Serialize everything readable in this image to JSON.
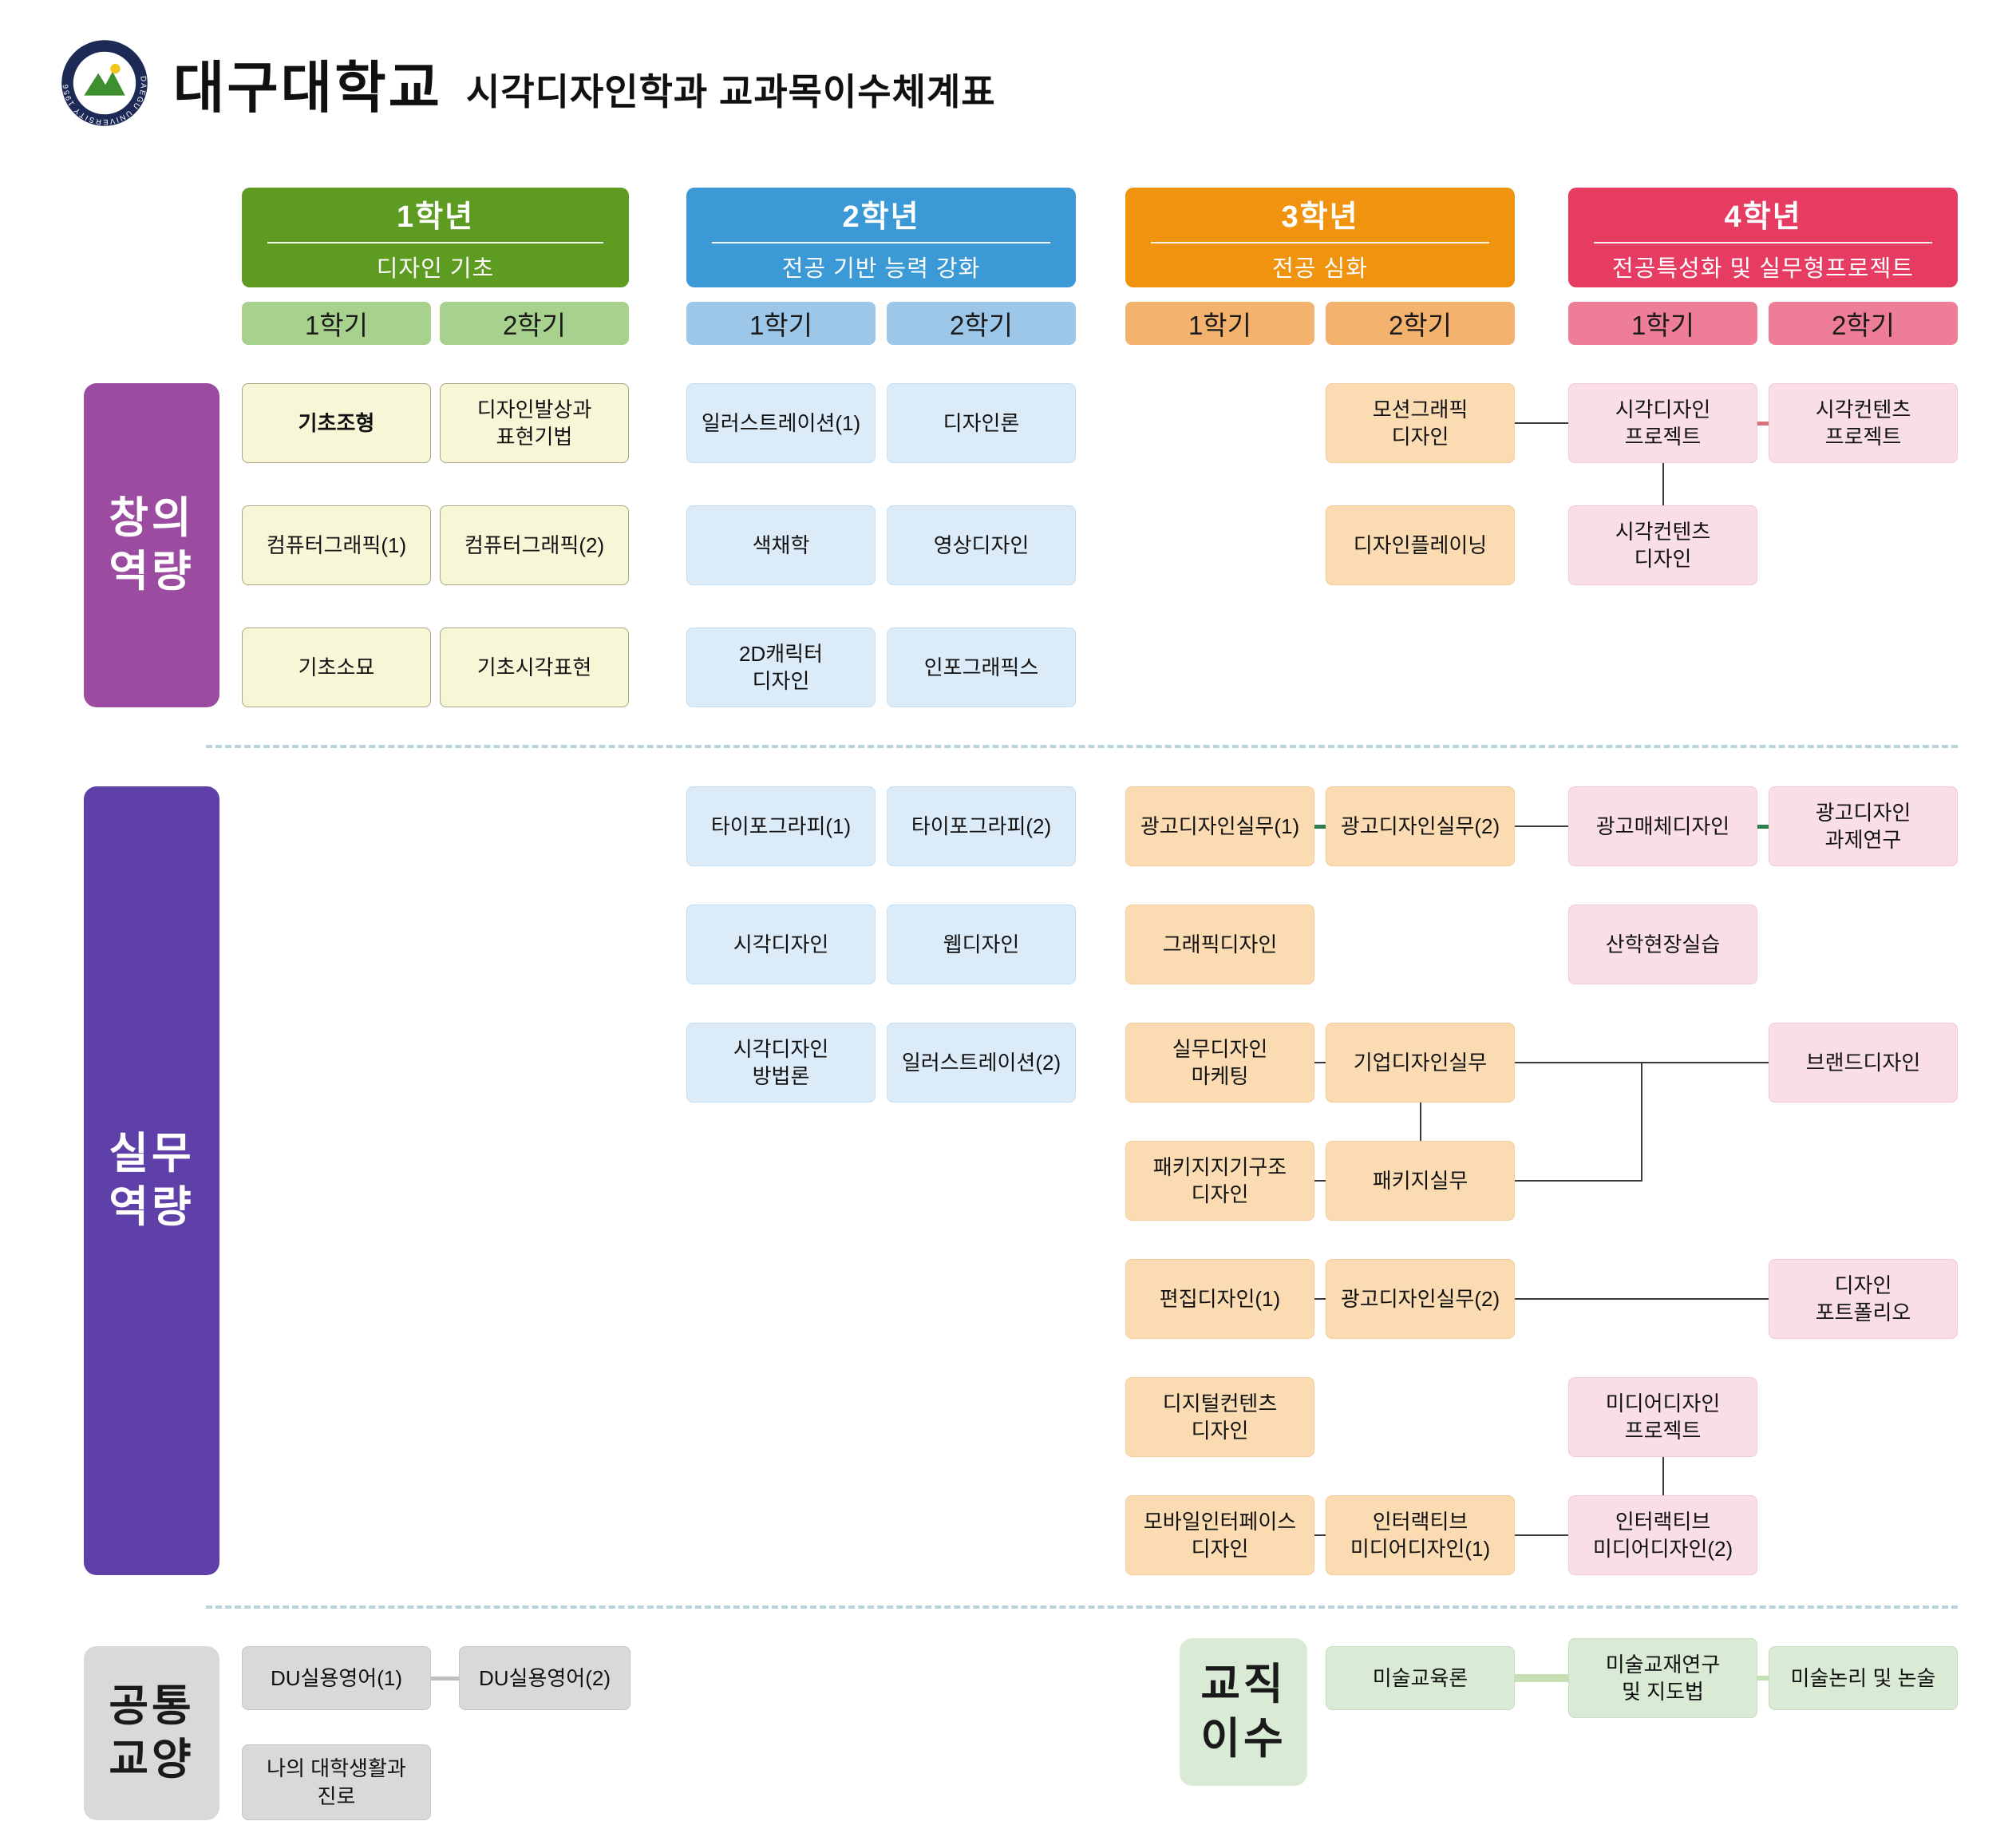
{
  "header": {
    "university": "대구대학교",
    "title": "시각디자인학과 교과목이수체계표",
    "logo_ring_text": "DAEGU UNIVERSITY 1956"
  },
  "palette": {
    "common_box": "#d9d9d9",
    "common_border": "#c6c6c6",
    "teaching_box": "#daebd5",
    "teaching_border": "#c9ddc4",
    "connector": "#3a3a3a",
    "divider": "#b9d3da"
  },
  "years": [
    {
      "label": "1학년",
      "subtitle": "디자인 기초",
      "sem1": "1학기",
      "sem2": "2학기",
      "head_color": "#5d9c21",
      "sem_color": "#a9d18e",
      "box_color": "#f7f7d8",
      "box_border": "#a8a882"
    },
    {
      "label": "2학년",
      "subtitle": "전공 기반 능력 강화",
      "sem1": "1학기",
      "sem2": "2학기",
      "head_color": "#3b99d6",
      "sem_color": "#9cc7e9",
      "box_color": "#dcebf8",
      "box_border": "#c4ddf1"
    },
    {
      "label": "3학년",
      "subtitle": "전공 심화",
      "sem1": "1학기",
      "sem2": "2학기",
      "head_color": "#f0930f",
      "sem_color": "#f3b36e",
      "box_color": "#fbdcb2",
      "box_border": "#f3cd9a"
    },
    {
      "label": "4학년",
      "subtitle": "전공특성화 및 실무형프로젝트",
      "sem1": "1학기",
      "sem2": "2학기",
      "head_color": "#e73c62",
      "sem_color": "#ee7e98",
      "box_color": "#fadee5",
      "box_border": "#f3c9d3"
    }
  ],
  "sections": [
    {
      "id": "creative",
      "lines": [
        "창의",
        "역량"
      ],
      "bg": "#9b4ba0",
      "fg": "#ffffff"
    },
    {
      "id": "practical",
      "lines": [
        "실무",
        "역량"
      ],
      "bg": "#5f3fa8",
      "fg": "#ffffff"
    },
    {
      "id": "common",
      "lines": [
        "공통",
        "교양"
      ],
      "bg": "#d9d9d9",
      "fg": "#1a1a1a"
    },
    {
      "id": "teaching",
      "lines": [
        "교직",
        "이수"
      ],
      "bg": "#daebd5",
      "fg": "#1a1a1a"
    }
  ],
  "courses": [
    {
      "id": "foundation-form",
      "lines": [
        "기초조형"
      ],
      "year": 1,
      "sem": 1,
      "row": 0,
      "section": "creative",
      "bold": true
    },
    {
      "id": "computer-graphic-1",
      "lines": [
        "컴퓨터그래픽(1)"
      ],
      "year": 1,
      "sem": 1,
      "row": 1,
      "section": "creative"
    },
    {
      "id": "basic-drawing",
      "lines": [
        "기초소묘"
      ],
      "year": 1,
      "sem": 1,
      "row": 2,
      "section": "creative"
    },
    {
      "id": "design-ideation",
      "lines": [
        "디자인발상과",
        "표현기법"
      ],
      "year": 1,
      "sem": 2,
      "row": 0,
      "section": "creative"
    },
    {
      "id": "computer-graphic-2",
      "lines": [
        "컴퓨터그래픽(2)"
      ],
      "year": 1,
      "sem": 2,
      "row": 1,
      "section": "creative"
    },
    {
      "id": "basic-visual-expression",
      "lines": [
        "기초시각표현"
      ],
      "year": 1,
      "sem": 2,
      "row": 2,
      "section": "creative"
    },
    {
      "id": "illustration-1",
      "lines": [
        "일러스트레이션(1)"
      ],
      "year": 2,
      "sem": 1,
      "row": 0,
      "section": "creative"
    },
    {
      "id": "color-theory",
      "lines": [
        "색채학"
      ],
      "year": 2,
      "sem": 1,
      "row": 1,
      "section": "creative"
    },
    {
      "id": "character-2d",
      "lines": [
        "2D캐릭터",
        "디자인"
      ],
      "year": 2,
      "sem": 1,
      "row": 2,
      "section": "creative"
    },
    {
      "id": "design-theory",
      "lines": [
        "디자인론"
      ],
      "year": 2,
      "sem": 2,
      "row": 0,
      "section": "creative"
    },
    {
      "id": "video-design",
      "lines": [
        "영상디자인"
      ],
      "year": 2,
      "sem": 2,
      "row": 1,
      "section": "creative"
    },
    {
      "id": "infographics",
      "lines": [
        "인포그래픽스"
      ],
      "year": 2,
      "sem": 2,
      "row": 2,
      "section": "creative"
    },
    {
      "id": "motion-graphic",
      "lines": [
        "모션그래픽",
        "디자인"
      ],
      "year": 3,
      "sem": 2,
      "row": 0,
      "section": "creative"
    },
    {
      "id": "design-planning",
      "lines": [
        "디자인플레이닝"
      ],
      "year": 3,
      "sem": 2,
      "row": 1,
      "section": "creative"
    },
    {
      "id": "visual-design-project",
      "lines": [
        "시각디자인",
        "프로젝트"
      ],
      "year": 4,
      "sem": 1,
      "row": 0,
      "section": "creative"
    },
    {
      "id": "visual-contents-design",
      "lines": [
        "시각컨텐츠",
        "디자인"
      ],
      "year": 4,
      "sem": 1,
      "row": 1,
      "section": "creative"
    },
    {
      "id": "visual-contents-project",
      "lines": [
        "시각컨텐츠",
        "프로젝트"
      ],
      "year": 4,
      "sem": 2,
      "row": 0,
      "section": "creative"
    },
    {
      "id": "typography-1",
      "lines": [
        "타이포그라피(1)"
      ],
      "year": 2,
      "sem": 1,
      "row": 0,
      "section": "practical"
    },
    {
      "id": "visual-design",
      "lines": [
        "시각디자인"
      ],
      "year": 2,
      "sem": 1,
      "row": 1,
      "section": "practical"
    },
    {
      "id": "visual-design-method",
      "lines": [
        "시각디자인",
        "방법론"
      ],
      "year": 2,
      "sem": 1,
      "row": 2,
      "section": "practical"
    },
    {
      "id": "typography-2",
      "lines": [
        "타이포그라피(2)"
      ],
      "year": 2,
      "sem": 2,
      "row": 0,
      "section": "practical"
    },
    {
      "id": "web-design",
      "lines": [
        "웹디자인"
      ],
      "year": 2,
      "sem": 2,
      "row": 1,
      "section": "practical"
    },
    {
      "id": "illustration-2",
      "lines": [
        "일러스트레이션(2)"
      ],
      "year": 2,
      "sem": 2,
      "row": 2,
      "section": "practical"
    },
    {
      "id": "ad-design-practice-1",
      "lines": [
        "광고디자인실무(1)"
      ],
      "year": 3,
      "sem": 1,
      "row": 0,
      "section": "practical"
    },
    {
      "id": "graphic-design",
      "lines": [
        "그래픽디자인"
      ],
      "year": 3,
      "sem": 1,
      "row": 1,
      "section": "practical"
    },
    {
      "id": "practical-design-marketing",
      "lines": [
        "실무디자인",
        "마케팅"
      ],
      "year": 3,
      "sem": 1,
      "row": 2,
      "section": "practical"
    },
    {
      "id": "package-structure-design",
      "lines": [
        "패키지지기구조",
        "디자인"
      ],
      "year": 3,
      "sem": 1,
      "row": 3,
      "section": "practical"
    },
    {
      "id": "editorial-design-1",
      "lines": [
        "편집디자인(1)"
      ],
      "year": 3,
      "sem": 1,
      "row": 4,
      "section": "practical"
    },
    {
      "id": "digital-contents-design",
      "lines": [
        "디지털컨텐츠",
        "디자인"
      ],
      "year": 3,
      "sem": 1,
      "row": 5,
      "section": "practical"
    },
    {
      "id": "mobile-interface-design",
      "lines": [
        "모바일인터페이스",
        "디자인"
      ],
      "year": 3,
      "sem": 1,
      "row": 6,
      "section": "practical"
    },
    {
      "id": "ad-design-practice-2",
      "lines": [
        "광고디자인실무(2)"
      ],
      "year": 3,
      "sem": 2,
      "row": 0,
      "section": "practical"
    },
    {
      "id": "corporate-design-practice",
      "lines": [
        "기업디자인실무"
      ],
      "year": 3,
      "sem": 2,
      "row": 2,
      "section": "practical"
    },
    {
      "id": "package-practice",
      "lines": [
        "패키지실무"
      ],
      "year": 3,
      "sem": 2,
      "row": 3,
      "section": "practical"
    },
    {
      "id": "ad-design-practice-2b",
      "lines": [
        "광고디자인실무(2)"
      ],
      "year": 3,
      "sem": 2,
      "row": 4,
      "section": "practical"
    },
    {
      "id": "interactive-media-1",
      "lines": [
        "인터랙티브",
        "미디어디자인(1)"
      ],
      "year": 3,
      "sem": 2,
      "row": 6,
      "section": "practical"
    },
    {
      "id": "ad-media-design",
      "lines": [
        "광고매체디자인"
      ],
      "year": 4,
      "sem": 1,
      "row": 0,
      "section": "practical"
    },
    {
      "id": "industry-field-practice",
      "lines": [
        "산학현장실습"
      ],
      "year": 4,
      "sem": 1,
      "row": 1,
      "section": "practical"
    },
    {
      "id": "media-design-project",
      "lines": [
        "미디어디자인",
        "프로젝트"
      ],
      "year": 4,
      "sem": 1,
      "row": 5,
      "section": "practical"
    },
    {
      "id": "interactive-media-2",
      "lines": [
        "인터랙티브",
        "미디어디자인(2)"
      ],
      "year": 4,
      "sem": 1,
      "row": 6,
      "section": "practical"
    },
    {
      "id": "ad-design-research",
      "lines": [
        "광고디자인",
        "과제연구"
      ],
      "year": 4,
      "sem": 2,
      "row": 0,
      "section": "practical"
    },
    {
      "id": "brand-design",
      "lines": [
        "브랜드디자인"
      ],
      "year": 4,
      "sem": 2,
      "row": 2,
      "section": "practical"
    },
    {
      "id": "design-portfolio",
      "lines": [
        "디자인",
        "포트폴리오"
      ],
      "year": 4,
      "sem": 2,
      "row": 4,
      "section": "practical"
    },
    {
      "id": "du-english-1",
      "lines": [
        "DU실용영어(1)"
      ],
      "year": 1,
      "sem": 1,
      "row": 0,
      "section": "common"
    },
    {
      "id": "du-english-2",
      "lines": [
        "DU실용영어(2)"
      ],
      "year": 1,
      "sem": 2,
      "row": 0,
      "section": "common"
    },
    {
      "id": "my-college-life",
      "lines": [
        "나의 대학생활과",
        "진로"
      ],
      "year": 1,
      "sem": 1,
      "row": 1,
      "section": "common"
    },
    {
      "id": "art-education-theory",
      "lines": [
        "미술교육론"
      ],
      "year": 3,
      "sem": 2,
      "row": 0,
      "section": "teaching"
    },
    {
      "id": "art-textbook-research",
      "lines": [
        "미술교재연구",
        "및 지도법"
      ],
      "year": 4,
      "sem": 1,
      "row": 0,
      "section": "teaching"
    },
    {
      "id": "art-logic-essay",
      "lines": [
        "미술논리 및 논술"
      ],
      "year": 4,
      "sem": 2,
      "row": 0,
      "section": "teaching"
    }
  ],
  "connectors": [
    {
      "from": "motion-graphic",
      "to": "visual-design-project",
      "kind": "h"
    },
    {
      "from": "visual-design-project",
      "to": "visual-contents-project",
      "kind": "h",
      "color": "#d4737f",
      "t": 5
    },
    {
      "from": "visual-design-project",
      "to": "visual-contents-design",
      "kind": "v"
    },
    {
      "from": "ad-design-practice-1",
      "to": "ad-design-practice-2",
      "kind": "h",
      "color": "#2e7d4f",
      "t": 5
    },
    {
      "from": "ad-design-practice-2",
      "to": "ad-media-design",
      "kind": "h"
    },
    {
      "from": "ad-media-design",
      "to": "ad-design-research",
      "kind": "h",
      "color": "#2e7d4f",
      "t": 5
    },
    {
      "from": "practical-design-marketing",
      "to": "corporate-design-practice",
      "kind": "h"
    },
    {
      "from": "corporate-design-practice",
      "to": "package-practice",
      "kind": "v"
    },
    {
      "from": "package-structure-design",
      "to": "package-practice",
      "kind": "h"
    },
    {
      "from": "corporate-design-practice",
      "to": "brand-design",
      "kind": "h"
    },
    {
      "from": "package-practice",
      "to": "brand-design",
      "kind": "elbow"
    },
    {
      "from": "editorial-design-1",
      "to": "ad-design-practice-2b",
      "kind": "h"
    },
    {
      "from": "ad-design-practice-2b",
      "to": "design-portfolio",
      "kind": "h"
    },
    {
      "from": "mobile-interface-design",
      "to": "interactive-media-1",
      "kind": "h"
    },
    {
      "from": "interactive-media-1",
      "to": "interactive-media-2",
      "kind": "h"
    },
    {
      "from": "media-design-project",
      "to": "interactive-media-2",
      "kind": "v"
    },
    {
      "from": "du-english-1",
      "to": "du-english-2",
      "kind": "h",
      "color": "#bfbfbf",
      "t": 5
    },
    {
      "from": "art-education-theory",
      "to": "art-textbook-research",
      "kind": "h",
      "color": "#c6e0b4",
      "t": 10
    },
    {
      "from": "art-textbook-research",
      "to": "art-logic-essay",
      "kind": "h",
      "color": "#c6e0b4",
      "t": 6
    }
  ]
}
